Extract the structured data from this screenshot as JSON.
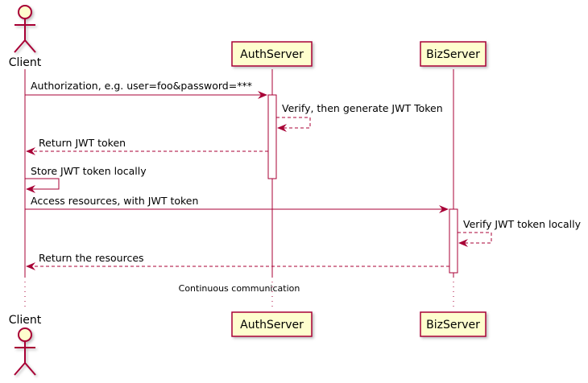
{
  "participants": {
    "client": {
      "label": "Client",
      "kind": "actor"
    },
    "auth": {
      "label": "AuthServer",
      "kind": "participant"
    },
    "biz": {
      "label": "BizServer",
      "kind": "participant"
    }
  },
  "messages": [
    {
      "text": "Authorization, e.g. user=foo&password=***",
      "style": "solid"
    },
    {
      "text": "Verify, then generate JWT Token",
      "style": "dashed"
    },
    {
      "text": "Return JWT token",
      "style": "dashed"
    },
    {
      "text": "Store JWT token locally",
      "style": "solid"
    },
    {
      "text": "Access resources, with JWT token",
      "style": "solid"
    },
    {
      "text": "Verify JWT token locally",
      "style": "dashed"
    },
    {
      "text": "Return the resources",
      "style": "dashed"
    }
  ],
  "divider": {
    "text": "Continuous communication"
  },
  "colors": {
    "line": "#A80036",
    "box_fill": "#FEFECE",
    "activation_fill": "#FFFFFF"
  }
}
